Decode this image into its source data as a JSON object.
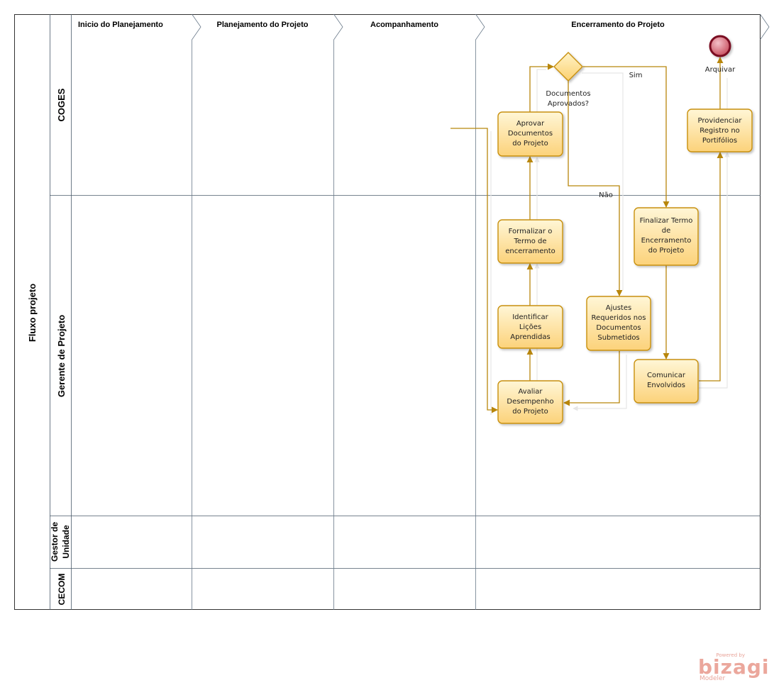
{
  "pool": {
    "label": "Fluxo projeto"
  },
  "lanes": [
    {
      "id": "coges",
      "label": "COGES"
    },
    {
      "id": "gerente",
      "label": "Gerente  de Projeto"
    },
    {
      "id": "gestor",
      "label": [
        "Gestor de",
        "Unidade"
      ]
    },
    {
      "id": "cecom",
      "label": "CECOM"
    }
  ],
  "phases": [
    {
      "id": "inicio",
      "label": "Inicio do Planejamento"
    },
    {
      "id": "planejamento",
      "label": "Planejamento do Projeto"
    },
    {
      "id": "acompanhamento",
      "label": "Acompanhamento"
    },
    {
      "id": "encerramento",
      "label": "Encerramento do Projeto"
    }
  ],
  "tasks": {
    "aprovar": [
      "Aprovar",
      "Documentos",
      "do Projeto"
    ],
    "providenciar": [
      "Providenciar",
      "Registro no",
      "Portifólios"
    ],
    "formalizar": [
      "Formalizar o",
      "Termo de",
      "encerramento"
    ],
    "finalizar": [
      "Finalizar Termo",
      "de",
      "Encerramento",
      "do Projeto"
    ],
    "identificar": [
      "Identificar",
      "Lições",
      "Aprendidas"
    ],
    "ajustes": [
      "Ajustes",
      "Requeridos nos",
      "Documentos",
      "Submetidos"
    ],
    "comunicar": [
      "Comunicar",
      "Envolvidos"
    ],
    "avaliar": [
      "Avaliar",
      "Desempenho",
      "do Projeto"
    ]
  },
  "gateway": {
    "label": [
      "Documentos",
      "Aprovados?"
    ],
    "yes": "Sim",
    "no": "Não"
  },
  "end_event": {
    "label": "Arquivar"
  },
  "branding": {
    "powered": "Powered by",
    "name": "bizagi",
    "product": "Modeler"
  },
  "colors": {
    "task_fill_top": "#fff6d6",
    "task_fill_bottom": "#fcd27a",
    "task_border": "#c89010",
    "flow": "#b8860b",
    "end_fill": "#c64a5a",
    "end_border": "#7a1020"
  }
}
